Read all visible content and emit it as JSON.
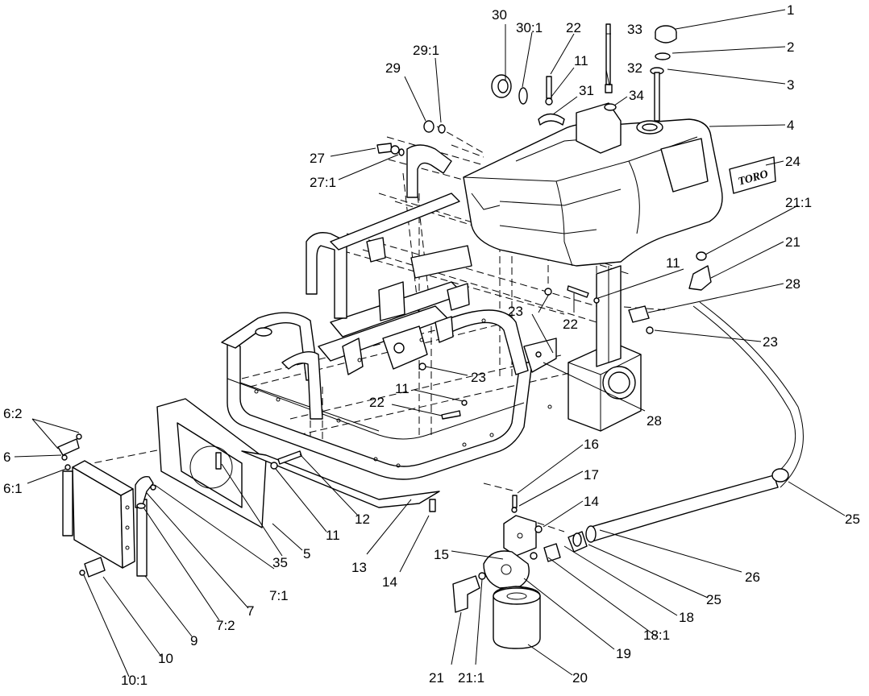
{
  "logo_text": "TORO",
  "callouts": [
    {
      "id": "c1",
      "text": "1"
    },
    {
      "id": "c2",
      "text": "2"
    },
    {
      "id": "c3",
      "text": "3"
    },
    {
      "id": "c4",
      "text": "4"
    },
    {
      "id": "c24",
      "text": "24"
    },
    {
      "id": "c21-1-top",
      "text": "21:1"
    },
    {
      "id": "c21-top",
      "text": "21"
    },
    {
      "id": "c28-top",
      "text": "28"
    },
    {
      "id": "c23-right",
      "text": "23"
    },
    {
      "id": "c25-right",
      "text": "25"
    },
    {
      "id": "c30",
      "text": "30"
    },
    {
      "id": "c30-1",
      "text": "30:1"
    },
    {
      "id": "c22-top",
      "text": "22"
    },
    {
      "id": "c33",
      "text": "33"
    },
    {
      "id": "c11-top",
      "text": "11"
    },
    {
      "id": "c32",
      "text": "32"
    },
    {
      "id": "c31",
      "text": "31"
    },
    {
      "id": "c34",
      "text": "34"
    },
    {
      "id": "c29",
      "text": "29"
    },
    {
      "id": "c29-1",
      "text": "29:1"
    },
    {
      "id": "c27",
      "text": "27"
    },
    {
      "id": "c27-1",
      "text": "27:1"
    },
    {
      "id": "c11-mid",
      "text": "11"
    },
    {
      "id": "c23-mid",
      "text": "23"
    },
    {
      "id": "c22-mid",
      "text": "22"
    },
    {
      "id": "c23-center",
      "text": "23"
    },
    {
      "id": "c28-mid",
      "text": "28"
    },
    {
      "id": "c11-center",
      "text": "11"
    },
    {
      "id": "c22-center",
      "text": "22"
    },
    {
      "id": "c6-2",
      "text": "6:2"
    },
    {
      "id": "c6",
      "text": "6"
    },
    {
      "id": "c6-1",
      "text": "6:1"
    },
    {
      "id": "c12",
      "text": "12"
    },
    {
      "id": "c11-low",
      "text": "11"
    },
    {
      "id": "c5",
      "text": "5"
    },
    {
      "id": "c35",
      "text": "35"
    },
    {
      "id": "c7-1",
      "text": "7:1"
    },
    {
      "id": "c7",
      "text": "7"
    },
    {
      "id": "c7-2",
      "text": "7:2"
    },
    {
      "id": "c9",
      "text": "9"
    },
    {
      "id": "c10",
      "text": "10"
    },
    {
      "id": "c10-1",
      "text": "10:1"
    },
    {
      "id": "c13",
      "text": "13"
    },
    {
      "id": "c14-low",
      "text": "14"
    },
    {
      "id": "c16",
      "text": "16"
    },
    {
      "id": "c17",
      "text": "17"
    },
    {
      "id": "c14-right",
      "text": "14"
    },
    {
      "id": "c15",
      "text": "15"
    },
    {
      "id": "c26",
      "text": "26"
    },
    {
      "id": "c25-low",
      "text": "25"
    },
    {
      "id": "c18",
      "text": "18"
    },
    {
      "id": "c18-1",
      "text": "18:1"
    },
    {
      "id": "c19",
      "text": "19"
    },
    {
      "id": "c20",
      "text": "20"
    },
    {
      "id": "c21-low",
      "text": "21"
    },
    {
      "id": "c21-1-low",
      "text": "21:1"
    }
  ]
}
